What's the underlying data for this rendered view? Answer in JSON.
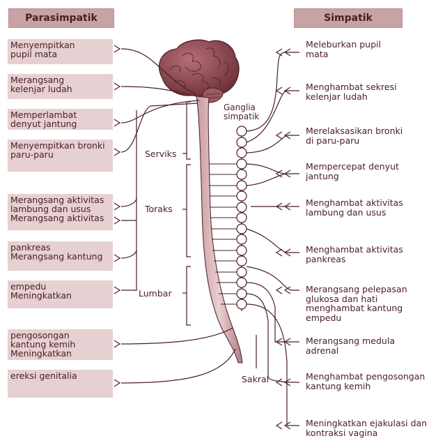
{
  "headers": {
    "left": "Parasimpatik",
    "right": "Simpatik"
  },
  "parasympathetic": [
    "Menyempitkan\npupil mata",
    "Merangsang\nkelenjar ludah",
    "Memperlambat\ndenyut jantung",
    "Menyempitkan bronki\nparu-paru",
    "Merangsang aktivitas\nlambung dan usus\nMerangsang aktivitas",
    "pankreas\nMerangsang kantung",
    "empedu\nMeningkatkan",
    "pengosongan\nkantung kemih\nMeningkatkan",
    "ereksi genitalia"
  ],
  "sympathetic": [
    "Meleburkan pupil\nmata",
    "Menghambat sekresi\nkelenjar ludah",
    "Merelaksasikan bronki\ndi paru-paru",
    "Mempercepat denyut\njantung",
    "Menghambat aktivitas\nlambung dan usus",
    "Menghambat aktivitas\npankreas",
    "Merangsang pelepasan\nglukosa dan hati\nmenghambat kantung\nempedu",
    "Merangsang medula\nadrenal",
    "Menghambat pengosongan\nkantung kemih",
    "Meningkatkan ejakulasi dan\nkontraksi vagina"
  ],
  "regions": {
    "cervical": "Serviks",
    "thoracic": "Toraks",
    "lumbar": "Lumbar",
    "sacral": "Sakral"
  },
  "ganglia_label": "Ganglia\nsimpatik",
  "colors": {
    "header_bg": "#c8a3a6",
    "box_bg": "#e6d0d2",
    "text": "#4a1d24",
    "line": "#4a1d24",
    "brain": "#8a4a52"
  }
}
